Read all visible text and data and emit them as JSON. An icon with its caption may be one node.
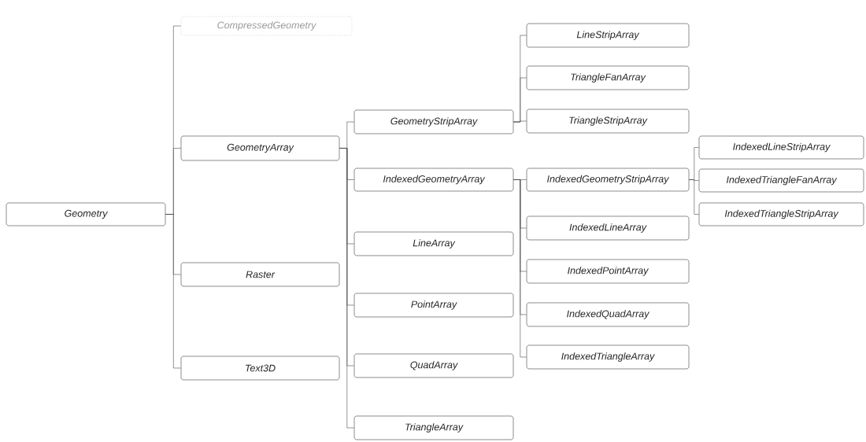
{
  "diagram": {
    "nodes": [
      {
        "text": [
          "Geometry"
        ]
      },
      {
        "text": [
          "CompressedGeometry"
        ]
      },
      {
        "text": [
          "GeometryArray"
        ]
      },
      {
        "text": [
          "Raster"
        ]
      },
      {
        "text": [
          "Text3D"
        ]
      },
      {
        "text": [
          "GeometryStripArray"
        ]
      },
      {
        "text": [
          "IndexedGeometryArray"
        ]
      },
      {
        "text": [
          "LineArray"
        ]
      },
      {
        "text": [
          "PointArray"
        ]
      },
      {
        "text": [
          "QuadArray"
        ]
      },
      {
        "text": [
          "TriangleArray"
        ]
      },
      {
        "text": [
          "LineStripArray"
        ]
      },
      {
        "text": [
          "TriangleFanArray"
        ]
      },
      {
        "text": [
          "TriangleStripArray"
        ]
      },
      {
        "text": [
          "IndexedGeometryStripArray"
        ]
      },
      {
        "text": [
          "IndexedLineArray"
        ]
      },
      {
        "text": [
          "IndexedPointArray"
        ]
      },
      {
        "text": [
          "IndexedQuadArray"
        ]
      },
      {
        "text": [
          "IndexedTriangleArray"
        ]
      },
      {
        "text": [
          "IndexedLineStripArray"
        ]
      },
      {
        "text": [
          "IndexedTriangleFanArray"
        ]
      },
      {
        "text": [
          "IndexedTriangleStripArray"
        ]
      }
    ],
    "edges": [
      {
        "from": 0,
        "to": 1,
        "arrow": "none"
      },
      {
        "from": 0,
        "to": 2,
        "arrow": "none"
      },
      {
        "from": 0,
        "to": 3,
        "arrow": "none"
      },
      {
        "from": 0,
        "to": 4,
        "arrow": "none"
      },
      {
        "from": 2,
        "to": 5,
        "arrow": "none"
      },
      {
        "from": 2,
        "to": 6,
        "arrow": "none"
      },
      {
        "from": 2,
        "to": 7,
        "arrow": "none"
      },
      {
        "from": 2,
        "to": 8,
        "arrow": "none"
      },
      {
        "from": 2,
        "to": 9,
        "arrow": "none"
      },
      {
        "from": 2,
        "to": 10,
        "arrow": "none"
      },
      {
        "from": 5,
        "to": 11,
        "arrow": "none"
      },
      {
        "from": 5,
        "to": 12,
        "arrow": "none"
      },
      {
        "from": 5,
        "to": 13,
        "arrow": "none"
      },
      {
        "from": 6,
        "to": 14,
        "arrow": "none"
      },
      {
        "from": 6,
        "to": 15,
        "arrow": "none"
      },
      {
        "from": 6,
        "to": 16,
        "arrow": "none"
      },
      {
        "from": 6,
        "to": 17,
        "arrow": "none"
      },
      {
        "from": 6,
        "to": 18,
        "arrow": "none"
      },
      {
        "from": 14,
        "to": 19,
        "arrow": "none"
      },
      {
        "from": 14,
        "to": 20,
        "arrow": "none"
      },
      {
        "from": 14,
        "to": 21,
        "arrow": "none"
      }
    ]
  }
}
